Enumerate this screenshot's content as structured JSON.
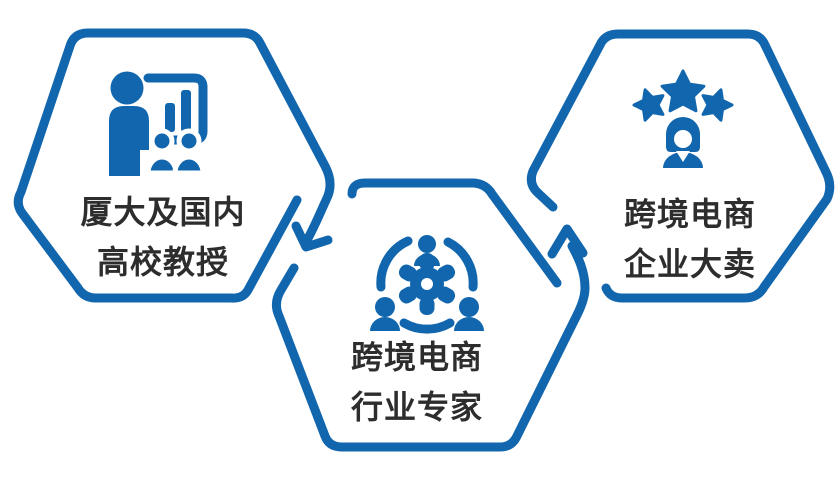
{
  "diagram": {
    "title_hint": "three-hexagon cycle diagram",
    "colors": {
      "accent": "#1166ad",
      "text": "#2d2d2d",
      "background": "#ffffff"
    },
    "nodes": [
      {
        "id": "professors",
        "label_line1": "厦大及国内",
        "label_line2": "高校教授",
        "icon": "presenter-board-icon"
      },
      {
        "id": "industry-experts",
        "label_line1": "跨境电商",
        "label_line2": "行业专家",
        "icon": "collaboration-gear-icon"
      },
      {
        "id": "enterprise-sellers",
        "label_line1": "跨境电商",
        "label_line2": "企业大卖",
        "icon": "star-rated-person-icon"
      }
    ],
    "arrows": [
      {
        "id": "arrow-professors-to-experts",
        "direction": "down-left"
      },
      {
        "id": "arrow-experts-to-sellers",
        "direction": "up-right"
      }
    ]
  }
}
